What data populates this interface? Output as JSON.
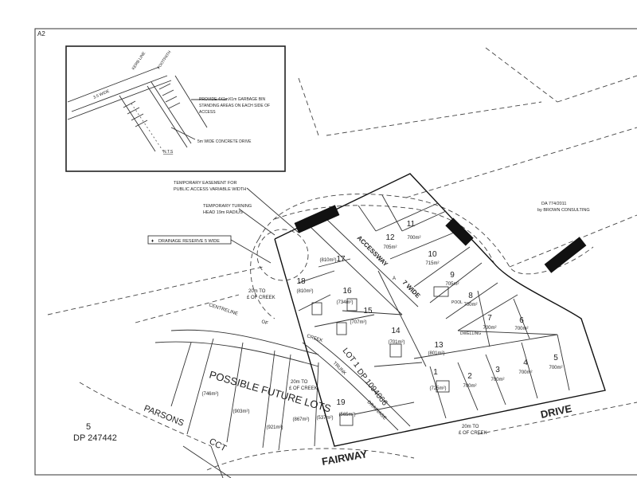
{
  "sheet": {
    "label": "A2"
  },
  "inset": {
    "kerb_line": "KERB LINE",
    "footpath": "FOOTPATH",
    "width_label": "3.5 WIDE",
    "bin_note": [
      "PROVIDE 4X1mX1m GARBAGE BIN",
      "STANDING AREAS ON EACH SIDE OF",
      "ACCESS"
    ],
    "drive_note": "5m WIDE CONCRETE DRIVE",
    "scale": "N.T.S"
  },
  "notes": {
    "easement": [
      "TEMPORARY EASEMENT FOR",
      "PUBLIC ACCESS VARIABLE WIDTH"
    ],
    "turning_head": [
      "TEMPORARY TURNING",
      "HEAD 19m RADIUS"
    ],
    "drainage_reserve": "DRAINAGE RESERVE 5 WIDE",
    "approval": [
      "DA 774/2011",
      "by BROWN CONSULTING"
    ],
    "creek_offset": [
      "20m TO",
      "£ OF CREEK"
    ]
  },
  "roads": {
    "accessway": "ACCESSWAY",
    "wide": "7 WIDE",
    "drive": "DRIVE",
    "fairway": "FAIRWAY",
    "parsons": "PARSONS",
    "cct": "CCT",
    "trunk": "TRUNK",
    "drainage": "DRAINAGE",
    "creek": "CREEK",
    "centreline": "CENTRELINE",
    "of": "OF"
  },
  "parcels": {
    "lot1": "LOT 1",
    "lot1_dp": "DP 1094066",
    "future_lots": "POSSIBLE FUTURE LOTS",
    "dp_lot": "5",
    "dp_number": "DP 247442"
  },
  "features": {
    "pool": "POOL",
    "dwelling": "DWELLING",
    "bin_area": "A"
  },
  "lots": [
    {
      "num": "1",
      "area": "(725m²)"
    },
    {
      "num": "2",
      "area": "700m²"
    },
    {
      "num": "3",
      "area": "700m²"
    },
    {
      "num": "4",
      "area": "700m²"
    },
    {
      "num": "5",
      "area": "700m²"
    },
    {
      "num": "6",
      "area": "700m²"
    },
    {
      "num": "7",
      "area": "700m²"
    },
    {
      "num": "8",
      "area": "700m²"
    },
    {
      "num": "9",
      "area": "705m²"
    },
    {
      "num": "10",
      "area": "715m²"
    },
    {
      "num": "11",
      "area": "700m²"
    },
    {
      "num": "12",
      "area": "705m²"
    },
    {
      "num": "13",
      "area": "(801m²)"
    },
    {
      "num": "14",
      "area": "(701m²)"
    },
    {
      "num": "15",
      "area": "(707m²)"
    },
    {
      "num": "16",
      "area": "(734m²)"
    },
    {
      "num": "17",
      "area": "(810m²)"
    },
    {
      "num": "18",
      "area": "(810m²)"
    },
    {
      "num": "19",
      "area": "(565m²)"
    }
  ],
  "future_lot_areas": [
    "(746m²)",
    "(903m²)",
    "(921m²)",
    "(867m²)",
    "(537m²)"
  ]
}
